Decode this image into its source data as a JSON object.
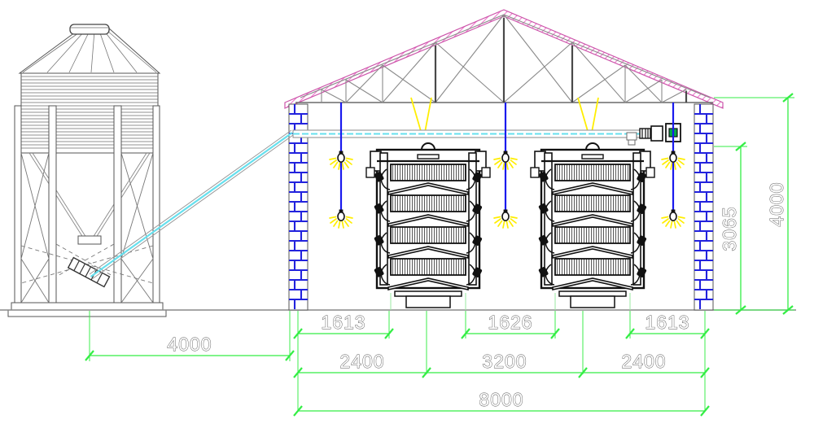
{
  "drawing": {
    "title": "Poultry House Cross Section with Feed Silo",
    "type": "cad-elevation-section",
    "units": "mm",
    "background": "#ffffff"
  },
  "colors": {
    "outline": "#3c3c3c",
    "line_light": "#7a7a7a",
    "brick": "#2222dd",
    "roof_hatch": "#ee77cc",
    "conveyor": "#66e0ee",
    "lamp_wire": "#1a1aee",
    "lamp_glow": "#ffee00",
    "dimension": "#33ee44",
    "dimension_text": "#555555",
    "motor_accent": "#00aa44",
    "cage": "#111111"
  },
  "dimensions": {
    "horizontal_upper": [
      {
        "label": "1613",
        "name": "dim-1613-left"
      },
      {
        "label": "1626",
        "name": "dim-1626-center"
      },
      {
        "label": "1613",
        "name": "dim-1613-right"
      }
    ],
    "horizontal_middle": [
      {
        "label": "2400",
        "name": "dim-2400-left"
      },
      {
        "label": "3200",
        "name": "dim-3200-center"
      },
      {
        "label": "2400",
        "name": "dim-2400-right"
      }
    ],
    "horizontal_total": {
      "label": "8000",
      "name": "dim-8000-total"
    },
    "horizontal_silo_gap": {
      "label": "4000",
      "name": "dim-4000-silo-offset"
    },
    "vertical_inner": {
      "label": "3065",
      "name": "dim-3065-wall-height"
    },
    "vertical_outer": {
      "label": "4000",
      "name": "dim-4000-eave-height"
    }
  },
  "components": {
    "silo": {
      "name": "feed-silo",
      "roof_hatch": "silo-lid",
      "corrugation_bands": 22,
      "legs": 4,
      "discharge_motor": "auger-motor"
    },
    "barn": {
      "name": "poultry-house",
      "left_wall": "brick-column-left",
      "right_wall": "brick-column-right",
      "roof": "gable-roof",
      "truss": "steel-roof-truss",
      "ground_line": "ground-line"
    },
    "feed_line": {
      "name": "feed-conveyor",
      "incline_segment": "auger-incline-tube",
      "horizontal_segment": "feed-conveyor-tube",
      "drive_unit": "conveyor-drive-motor"
    },
    "cages": [
      {
        "name": "battery-cage-left",
        "tiers": 4
      },
      {
        "name": "battery-cage-right",
        "tiers": 4
      }
    ],
    "lamps": [
      {
        "name": "lamp-1"
      },
      {
        "name": "lamp-2"
      },
      {
        "name": "lamp-3"
      },
      {
        "name": "lamp-4"
      },
      {
        "name": "lamp-5"
      },
      {
        "name": "lamp-6"
      }
    ],
    "vents": [
      {
        "name": "ceiling-inlet-left"
      },
      {
        "name": "ceiling-inlet-right"
      }
    ]
  }
}
